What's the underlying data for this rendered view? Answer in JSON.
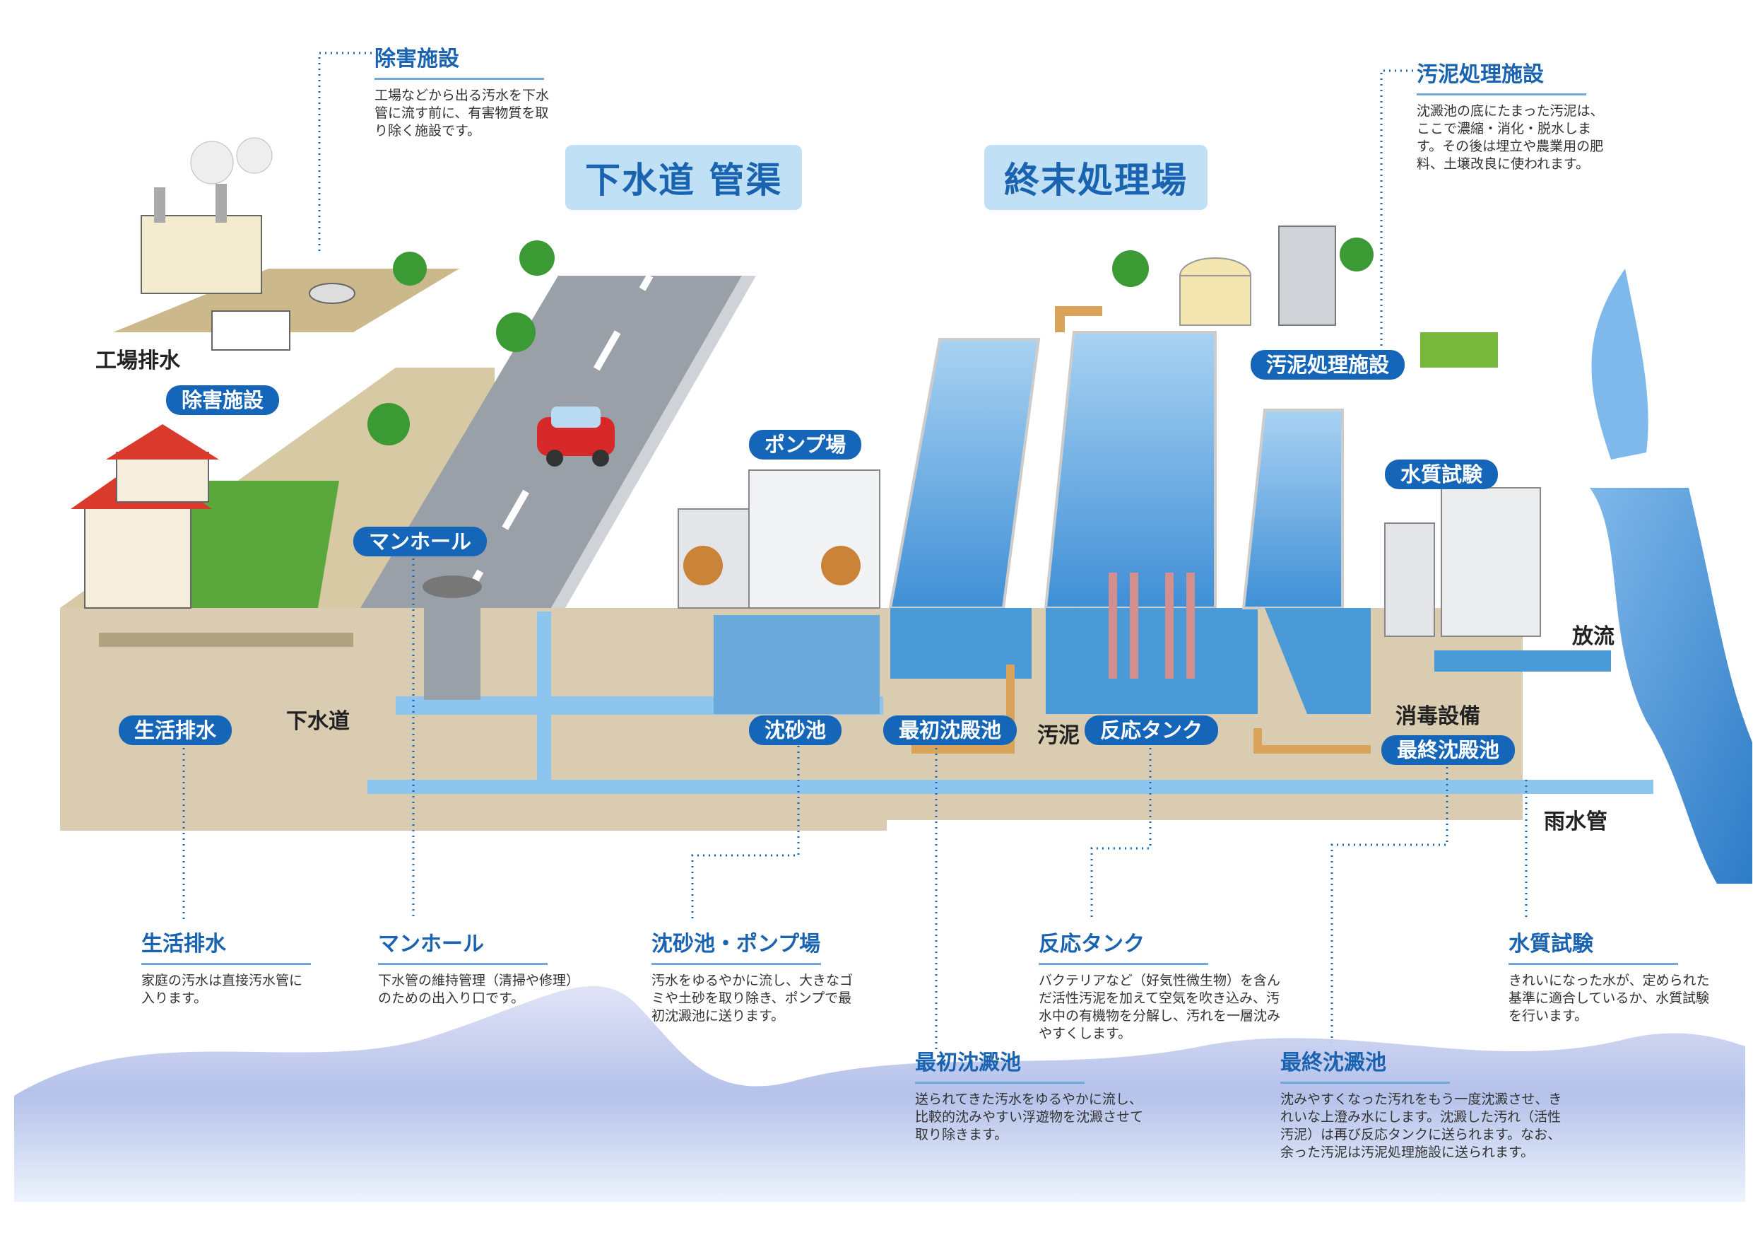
{
  "sections": {
    "sewer": "下水道 管渠",
    "plant": "終末処理場"
  },
  "badges": {
    "jogai": "除害施設",
    "manhole": "マンホール",
    "seikatsu": "生活排水",
    "pump": "ポンプ場",
    "chinsa": "沈砂池",
    "saisho": "最初沈殿池",
    "hanno": "反応タンク",
    "odei": "汚泥処理施設",
    "suishitsu": "水質試験",
    "saishu": "最終沈殿池"
  },
  "labels": {
    "kojo": "工場排水",
    "gesuido": "下水道",
    "odei": "汚泥",
    "shodoku": "消毒設備",
    "horyu": "放流",
    "usui": "雨水管"
  },
  "callouts": {
    "jogai": {
      "title": "除害施設",
      "text": "工場などから出る汚水を下水管に流す前に、有害物質を取り除く施設です。"
    },
    "odei": {
      "title": "汚泥処理施設",
      "text": "沈澱池の底にたまった汚泥は、ここで濃縮・消化・脱水します。その後は埋立や農業用の肥料、土壌改良に使われます。"
    },
    "seikatsu": {
      "title": "生活排水",
      "text": "家庭の汚水は直接汚水管に入ります。"
    },
    "manhole": {
      "title": "マンホール",
      "text": "下水管の維持管理（清掃や修理）のための出入り口です。"
    },
    "chinsa": {
      "title": "沈砂池・ポンプ場",
      "text": "汚水をゆるやかに流し、大きなゴミや土砂を取り除き、ポンプで最初沈澱池に送ります。"
    },
    "hanno": {
      "title": "反応タンク",
      "text": "バクテリアなど（好気性微生物）を含んだ活性汚泥を加えて空気を吹き込み、汚水中の有機物を分解し、汚れを一層沈みやすくします。"
    },
    "suishitsu": {
      "title": "水質試験",
      "text": "きれいになった水が、定められた基準に適合しているか、水質試験を行います。"
    },
    "saisho": {
      "title": "最初沈澱池",
      "text": "送られてきた汚水をゆるやかに流し、比較的沈みやすい浮遊物を沈澱させて取り除きます。"
    },
    "saishu": {
      "title": "最終沈澱池",
      "text": "沈みやすくなった汚れをもう一度沈澱させ、きれいな上澄み水にします。沈澱した汚れ（活性汚泥）は再び反応タンクに送られます。なお、余った汚泥は汚泥処理施設に送られます。"
    }
  },
  "colors": {
    "badge": "#1565b8",
    "title_bg": "#bfe0f5",
    "water": "#4a9ad8",
    "ground": "#d8cdb4",
    "sludge_pipe": "#d9a35a"
  }
}
